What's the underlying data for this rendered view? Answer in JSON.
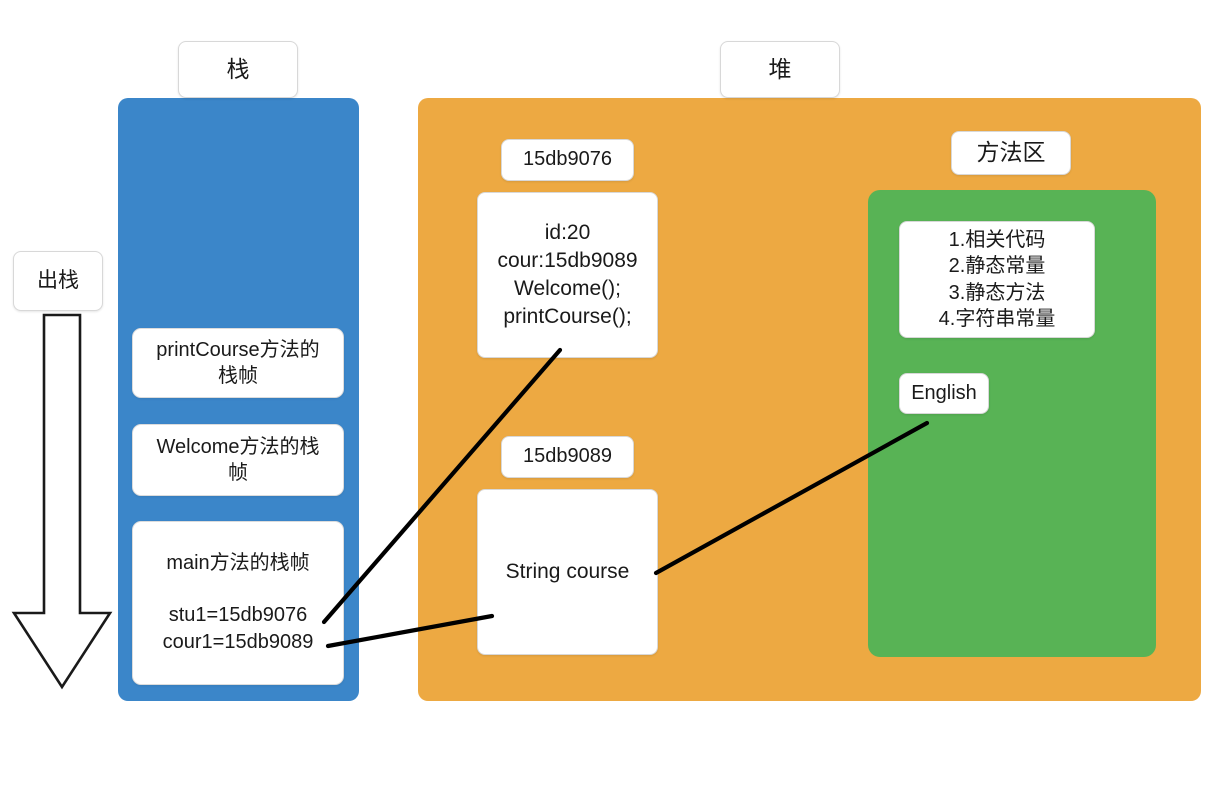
{
  "diagram": {
    "stack": {
      "title": "栈",
      "pop_label": "出栈",
      "frames": [
        {
          "name": "printCourse-frame",
          "text": "printCourse方法的\n栈帧"
        },
        {
          "name": "welcome-frame",
          "text": "Welcome方法的栈\n帧"
        },
        {
          "name": "main-frame",
          "title": "main方法的栈帧",
          "vars": "stu1=15db9076\ncour1=15db9089"
        }
      ]
    },
    "heap": {
      "title": "堆",
      "objects": [
        {
          "address": "15db9076",
          "body": "id:20\ncour:15db9089\nWelcome();\nprintCourse();"
        },
        {
          "address": "15db9089",
          "body": "String course"
        }
      ],
      "method_area": {
        "title": "方法区",
        "items": "1.相关代码\n2.静态常量\n3.静态方法\n4.字符串常量",
        "string_constant": "English"
      }
    },
    "colors": {
      "stack": "#3b86c9",
      "heap": "#eda942",
      "method_area": "#58b355",
      "chip_background": "#ffffff",
      "line": "#000000"
    }
  }
}
